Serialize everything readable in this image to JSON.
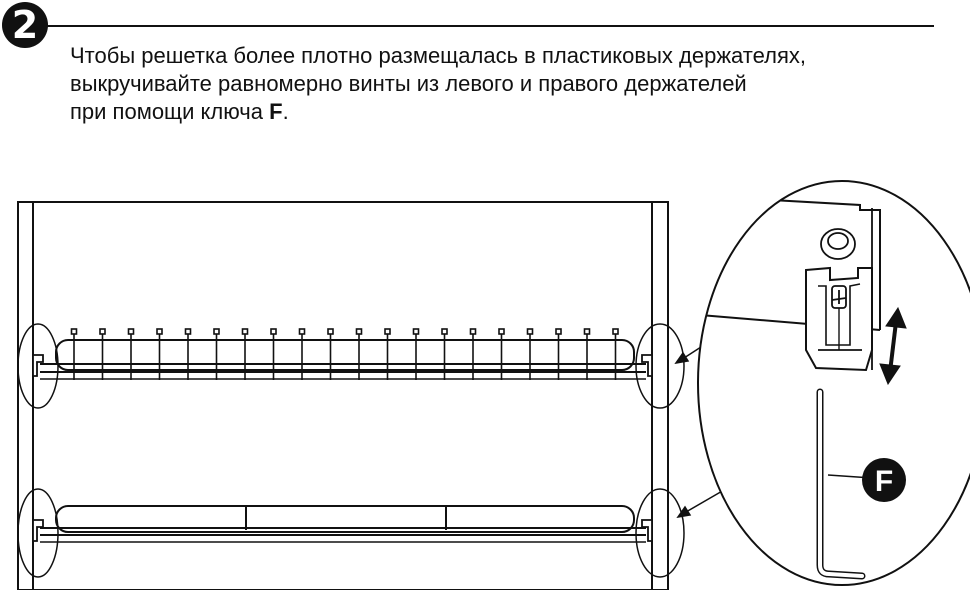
{
  "step": {
    "number": "2"
  },
  "instructions": {
    "line1": "Чтобы решетка более плотно размещалась в пластиковых держателях,",
    "line2": "выкручивайте равномерно винты из левого и правого держателей",
    "line3_prefix": "при помощи ключа ",
    "key_letter": "F",
    "line3_suffix": "."
  },
  "callout": {
    "tool_label": "F"
  },
  "colors": {
    "ink": "#111111",
    "paper": "#ffffff"
  }
}
